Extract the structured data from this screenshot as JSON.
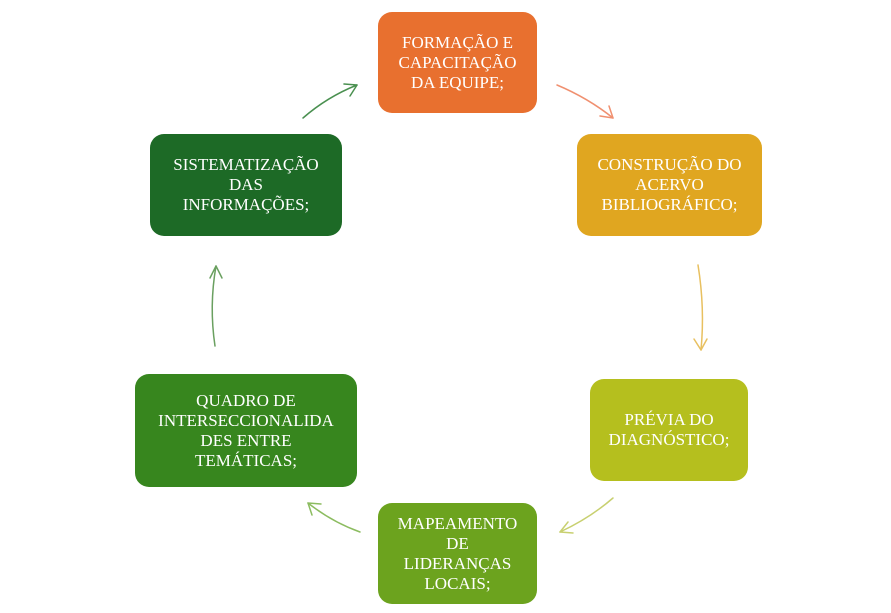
{
  "steps": [
    {
      "label": "FORMAÇÃO E\nCAPACITAÇÃO\nDA EQUIPE;",
      "color": "#E8702F"
    },
    {
      "label": "CONSTRUÇÃO DO\nACERVO\nBIBLIOGRÁFICO;",
      "color": "#E0A620"
    },
    {
      "label": "PRÉVIA DO\nDIAGNÓSTICO;",
      "color": "#B5BF1E"
    },
    {
      "label": "MAPEAMENTO\nDE\nLIDERANÇAS\nLOCAIS;",
      "color": "#6CA31E"
    },
    {
      "label": "QUADRO DE\nINTERSECCIONALIDA\nDES ENTRE\nTEMÁTICAS;",
      "color": "#37861E"
    },
    {
      "label": "SISTEMATIZAÇÃO\nDAS\nINFORMAÇÕES;",
      "color": "#1D6A26"
    }
  ]
}
